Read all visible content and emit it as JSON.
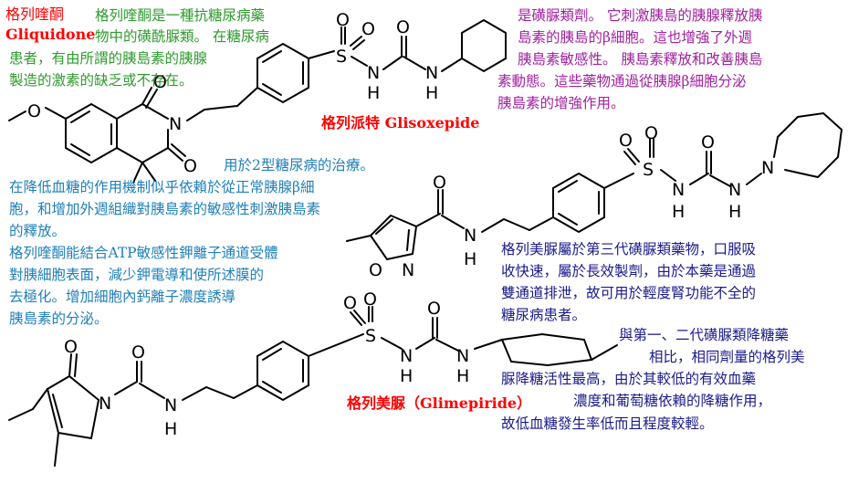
{
  "colors": {
    "name_red": "#ff0000",
    "green": "#2e9a2e",
    "purple": "#a020a0",
    "blue": "#1e7fb8",
    "navy": "#1a1a8c",
    "bond": "#000000"
  },
  "labels": {
    "gliquidone_zh": "格列喹酮",
    "gliquidone_en": "Gliquidone",
    "glisoxepide": "格列派特 Glisoxepide",
    "glimepiride": "格列美脲（Glimepiride）"
  },
  "atoms": {
    "S": "S",
    "O": "O",
    "N": "N",
    "H": "H"
  },
  "notes": {
    "green": [
      "格列喹酮是一種抗糖尿病藥",
      "物中的磺酰脲類。 在糖尿病",
      "患者，有由所謂的胰島素的胰腺",
      "製造的激素的缺乏或不存在。"
    ],
    "purple": [
      "是磺脲類劑。 它刺激胰島的胰腺釋放胰",
      "島素的胰島的β細胞。這也增強了外週",
      "胰島素敏感性。 胰島素釋放和改善胰島",
      "素動態。這些藥物通過從胰腺β細胞分泌",
      "胰島素的增強作用。"
    ],
    "blue_left": [
      "用於2型糖尿病的治療。",
      "在降低血糖的作用機制似乎依賴於從正常胰腺β細",
      "胞，和增加外週組織對胰島素的敏感性刺激胰島素",
      "的釋放。",
      "格列喹酮能結合ATP敏感性鉀離子通道受體",
      "對胰細胞表面，減少鉀電導和使所述膜的",
      "去極化。增加細胞內鈣離子濃度誘導",
      "胰島素的分泌。"
    ],
    "blue_right": [
      "格列美脲屬於第三代磺脲類藥物，口服吸",
      "收快速，屬於長效製劑，由於本藥是通過",
      "雙通道排泄，故可用於輕度腎功能不全的",
      "糖尿病患者。"
    ],
    "navy": [
      "與第一、二代磺脲類降糖藥",
      "相比，相同劑量的格列美",
      "脲降糖活性最高，由於其較低的有效血藥",
      "濃度和葡萄糖依賴的降糖作用，",
      "故低血糖發生率低而且程度較輕。"
    ]
  }
}
